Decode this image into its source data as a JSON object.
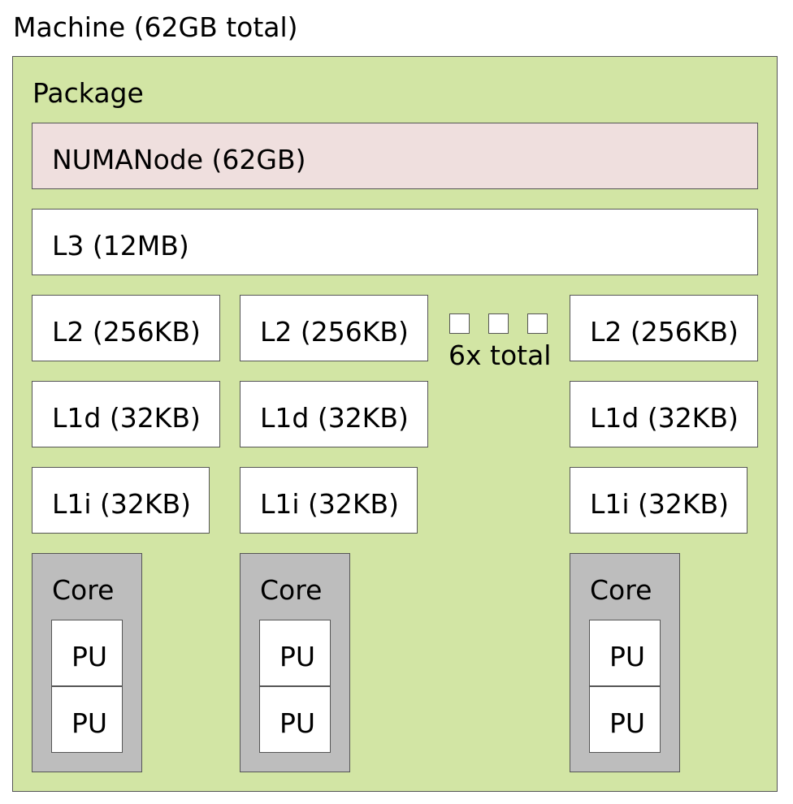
{
  "machine": {
    "label": "Machine (62GB total)"
  },
  "package": {
    "label": "Package"
  },
  "numa": {
    "label": "NUMANode (62GB)"
  },
  "l3": {
    "label": "L3 (12MB)"
  },
  "columns": [
    {
      "l2": "L2 (256KB)",
      "l1d": "L1d (32KB)",
      "l1i": "L1i (32KB)",
      "core": "Core",
      "pus": [
        "PU",
        "PU"
      ]
    },
    {
      "l2": "L2 (256KB)",
      "l1d": "L1d (32KB)",
      "l1i": "L1i (32KB)",
      "core": "Core",
      "pus": [
        "PU",
        "PU"
      ]
    },
    {
      "l2": "L2 (256KB)",
      "l1d": "L1d (32KB)",
      "l1i": "L1i (32KB)",
      "core": "Core",
      "pus": [
        "PU",
        "PU"
      ]
    }
  ],
  "collapsed": {
    "label": "6x total"
  },
  "colors": {
    "package": "#d2e5a4",
    "numa": "#efdfde",
    "core": "#bdbdbd",
    "cache": "#ffffff",
    "border": "#555555"
  }
}
